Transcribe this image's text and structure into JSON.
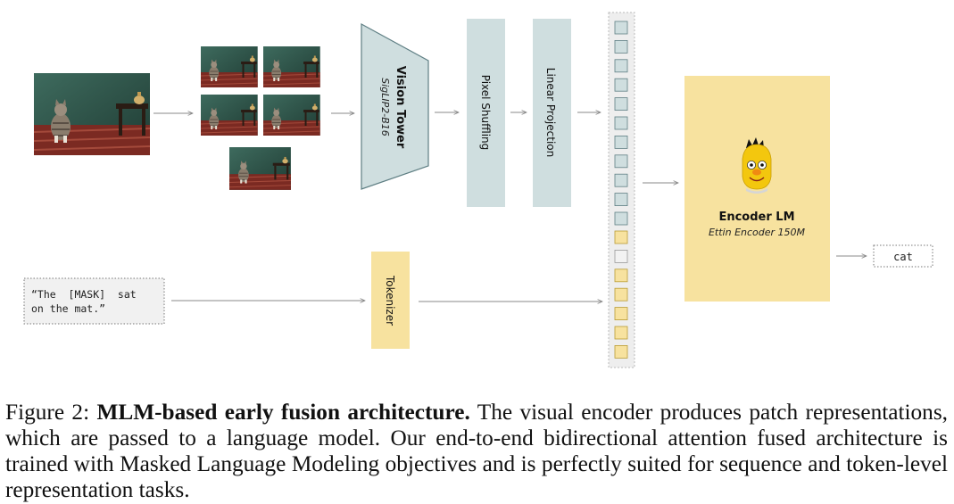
{
  "diagram": {
    "vision_tower": {
      "title": "Vision Tower",
      "subtitle": "SigLIP2-B16"
    },
    "pixel_shuffling": {
      "label": "Pixel Shuffling"
    },
    "linear_projection": {
      "label": "Linear Projection"
    },
    "tokenizer": {
      "label": "Tokenizer"
    },
    "encoder_lm": {
      "title": "Encoder LM",
      "subtitle": "Ettin Encoder 150M"
    },
    "text_input": {
      "line1": "“The  [MASK]  sat",
      "line2": "on the mat.”"
    },
    "output_token": {
      "label": "cat"
    },
    "sequence": {
      "image_tokens": 11,
      "text_tokens": 7,
      "masked_text_index": 1
    },
    "colors": {
      "vision": "#cfdedf",
      "vision_stroke": "#5f7f84",
      "text": "#f7e29f",
      "text_stroke": "#b99c34",
      "mask": "#f2f2f2",
      "arrow": "#888888"
    }
  },
  "caption": {
    "prefix": "Figure 2: ",
    "bold": "MLM-based early fusion architecture.",
    "body": " The visual encoder produces patch representations, which are passed to a language model. Our end-to-end bidirectional attention fused architecture is trained with Masked Language Modeling objectives and is perfectly suited for sequence and token-level representation tasks."
  }
}
